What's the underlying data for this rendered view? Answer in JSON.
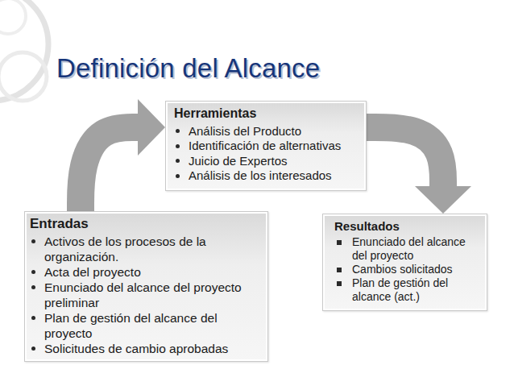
{
  "diagram": {
    "title": "Definición del Alcance",
    "nodes": [
      {
        "text": [
          "Herramientas",
          "Análisis del Producto",
          "Identificación de alternativas",
          "Juicio de Expertos",
          "Análisis de los interesados"
        ]
      },
      {
        "text": [
          "Entradas",
          "Activos de los procesos de la organización.",
          "Acta del proyecto",
          "Enunciado del alcance del proyecto preliminar",
          "Plan de gestión del alcance del proyecto",
          "Solicitudes de cambio aprobadas"
        ]
      },
      {
        "text": [
          "Resultados",
          "Enunciado del alcance del proyecto",
          "Cambios solicitados",
          "Plan de gestión del alcance (act.)"
        ]
      }
    ],
    "edges": [
      {
        "from": 1,
        "to": 0,
        "arrow": "to"
      },
      {
        "from": 0,
        "to": 2,
        "arrow": "to"
      }
    ]
  }
}
